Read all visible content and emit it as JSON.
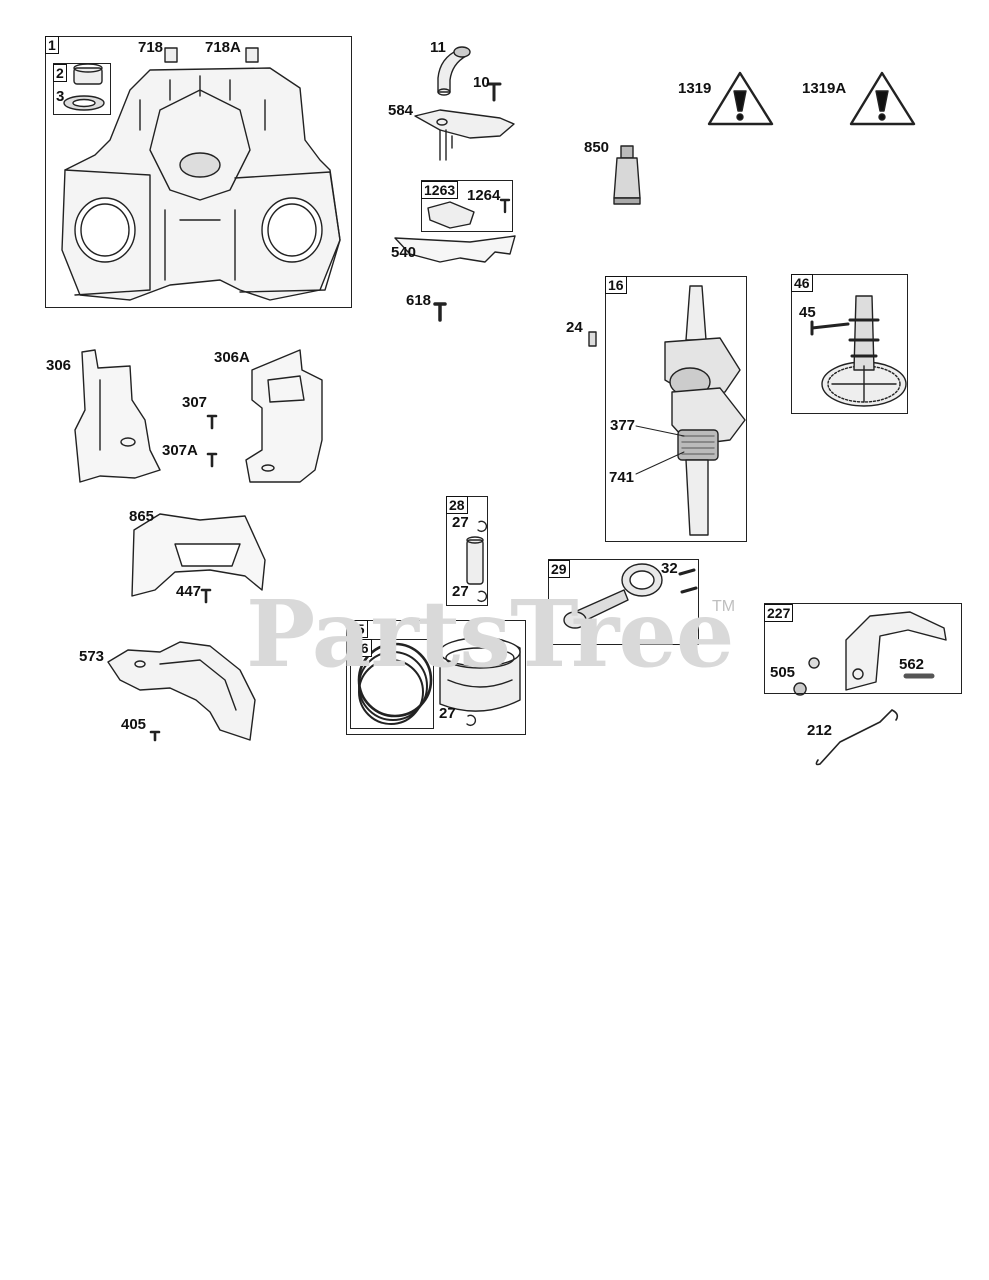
{
  "watermark": {
    "text": "PartsTree",
    "tm": "TM"
  },
  "boxes": [
    {
      "key": "b1",
      "label": "1"
    },
    {
      "key": "b2",
      "label": "2"
    },
    {
      "key": "b1263",
      "label": "1263"
    },
    {
      "key": "b16",
      "label": "16"
    },
    {
      "key": "b46",
      "label": "46"
    },
    {
      "key": "b28",
      "label": "28"
    },
    {
      "key": "b29",
      "label": "29"
    },
    {
      "key": "b25",
      "label": "25"
    },
    {
      "key": "b26",
      "label": "26"
    },
    {
      "key": "b227",
      "label": "227"
    }
  ],
  "callouts": [
    "718",
    "718A",
    "3",
    "11",
    "10",
    "584",
    "1264",
    "540",
    "618",
    "1319",
    "1319A",
    "850",
    "24",
    "45",
    "377",
    "741",
    "306",
    "306A",
    "307",
    "307A",
    "865",
    "447",
    "27",
    "27",
    "32",
    "573",
    "405",
    "27",
    "505",
    "562",
    "212"
  ],
  "icons": {
    "warning": "warning-triangle-icon"
  }
}
